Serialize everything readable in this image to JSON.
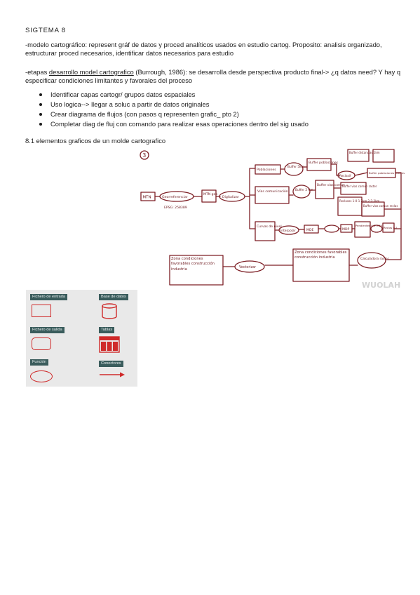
{
  "title": "SIGTEMA 8",
  "para1": "-modelo cartográfico: represent gráf de datos y proced analíticos usados en estudio cartog. Proposito:  analisis organizado, estructurar proced necesarios, identificar datos necesarios para estudio",
  "para2": {
    "prefix": "-etapas ",
    "link": "desarrollo model cartografico",
    "suffix": " (Burrough, 1986): se desarrolla desde perspectiva producto final-> ¿q datos need? Y hay q especificar condiciones limitantes y favorales del proceso"
  },
  "bullets": [
    "Identificar capas cartogr/ grupos datos espaciales",
    "Uso logica--> llegar a soluc a partir de datos originales",
    "Crear diagrama de flujos (con pasos q representen grafic_ pto 2)",
    "Completar diag de fluj con comando para realizar esas operaciones dentro del sig usado"
  ],
  "section": "8.1 elementos graficos de un molde cartografico",
  "flowchart": {
    "step_number": "3",
    "nodes": {
      "mtn": "MTN",
      "georef": "Georreferenciar",
      "coords": "EPSG: 258389",
      "mtn_geo": "MTN geo",
      "digitalizar": "Digitalizar",
      "poblaciones": "Poblaciones",
      "buffer_5km": "Buffer 5km",
      "buffer_poblaciones": "Buffer poblaciones",
      "buffer_distancias": "Buffer distancias 1km",
      "buffer_pob_pixel": "Buffer poblaciones pixeles",
      "reclasif": "Reclasif",
      "vias": "Vías comunicación",
      "buffer_2km": "Buffer 2 Km",
      "buffer_vias": "Buffer vías comun",
      "buffer_vias_raster": "Buffer vías comun raster",
      "reclases": "Reclases 1-0-1 2km 2-2-3km",
      "buffer_vias_reclas": "Buffer vías comun reclas",
      "curvas": "Curvas de nivel",
      "interpolar": "Interpolar",
      "mde": "MDE",
      "mdp": "MDP",
      "pendientes": "Pendientes 0-5 5-10",
      "reclas": "Reclas 0-1",
      "calculadora": "Calculadora raster",
      "zona_raster": "Zona condiciones favorables construcción industria",
      "vectorizar": "Vectorizar",
      "zona_vector": "Zona condiciones favorables construcción industria"
    },
    "watermark": "WUOLAH"
  },
  "legend": {
    "items": [
      {
        "label": "Fichero de entrada",
        "shape": "rectangle"
      },
      {
        "label": "Base de datos",
        "shape": "cylinder"
      },
      {
        "label": "Fichero de salida",
        "shape": "rounded-rectangle"
      },
      {
        "label": "Tablas",
        "shape": "table"
      },
      {
        "label": "Función",
        "shape": "ellipse"
      },
      {
        "label": "Conectores",
        "shape": "arrow"
      }
    ],
    "shape_color": "#cf2a2a",
    "label_bg": "#3a5c5c",
    "panel_bg": "#e9e9e9"
  }
}
